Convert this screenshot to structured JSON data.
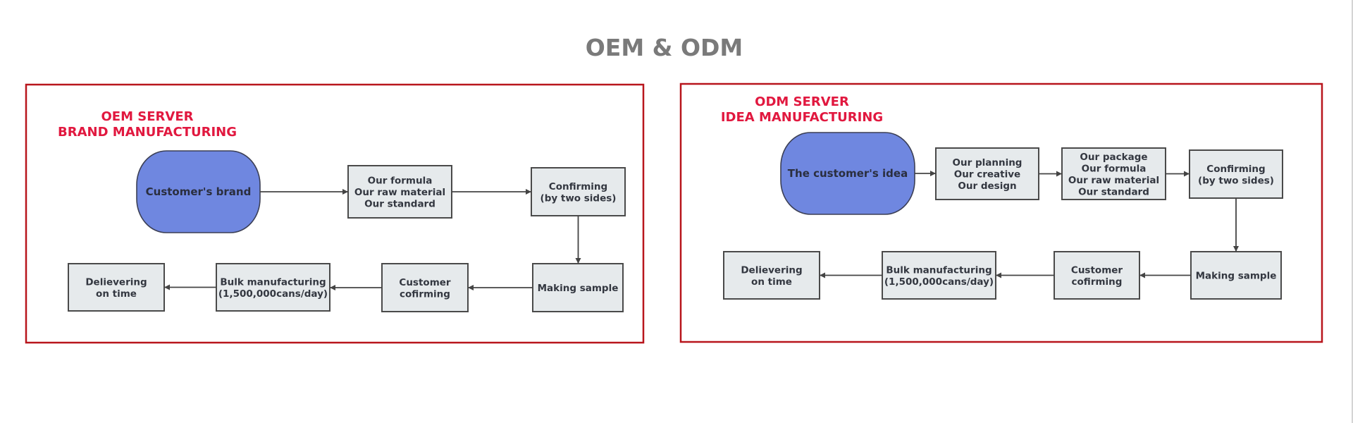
{
  "page": {
    "title": "OEM & ODM"
  },
  "colors": {
    "title": "#7a7a7a",
    "panel_border": "#b8151c",
    "panel_heading": "#e1183f",
    "start_node_fill": "#6f87e0",
    "box_fill": "#e6eaec",
    "box_border": "#4a4a4a",
    "connector": "#444444"
  },
  "panels": [
    {
      "id": "oem",
      "heading_lines": [
        "OEM SERVER",
        "BRAND MANUFACTURING"
      ],
      "nodes": [
        {
          "id": "customers-brand",
          "shape": "terminal",
          "lines": [
            "Customer's brand"
          ]
        },
        {
          "id": "our-formula",
          "shape": "process",
          "lines": [
            "Our formula",
            "Our raw material",
            "Our standard"
          ]
        },
        {
          "id": "confirming",
          "shape": "process",
          "lines": [
            "Confirming",
            "(by two sides)"
          ]
        },
        {
          "id": "making-sample",
          "shape": "process",
          "lines": [
            "Making sample"
          ]
        },
        {
          "id": "customer-cofirming",
          "shape": "process",
          "lines": [
            "Customer",
            "cofirming"
          ]
        },
        {
          "id": "bulk-manufacturing",
          "shape": "process",
          "lines": [
            "Bulk manufacturing",
            "(1,500,000cans/day)"
          ]
        },
        {
          "id": "delievering",
          "shape": "process",
          "lines": [
            "Delievering",
            "on time"
          ]
        }
      ],
      "edges": [
        {
          "from": "customers-brand",
          "to": "our-formula"
        },
        {
          "from": "our-formula",
          "to": "confirming"
        },
        {
          "from": "confirming",
          "to": "making-sample"
        },
        {
          "from": "making-sample",
          "to": "customer-cofirming"
        },
        {
          "from": "customer-cofirming",
          "to": "bulk-manufacturing"
        },
        {
          "from": "bulk-manufacturing",
          "to": "delievering"
        }
      ]
    },
    {
      "id": "odm",
      "heading_lines": [
        "ODM SERVER",
        "IDEA MANUFACTURING"
      ],
      "nodes": [
        {
          "id": "customers-idea",
          "shape": "terminal",
          "lines": [
            "The customer's idea"
          ]
        },
        {
          "id": "our-planning",
          "shape": "process",
          "lines": [
            "Our planning",
            "Our creative",
            "Our design"
          ]
        },
        {
          "id": "our-package",
          "shape": "process",
          "lines": [
            "Our package",
            "Our formula",
            "Our raw material",
            "Our standard"
          ]
        },
        {
          "id": "confirming",
          "shape": "process",
          "lines": [
            "Confirming",
            "(by two sides)"
          ]
        },
        {
          "id": "making-sample",
          "shape": "process",
          "lines": [
            "Making sample"
          ]
        },
        {
          "id": "customer-cofirming",
          "shape": "process",
          "lines": [
            "Customer",
            "cofirming"
          ]
        },
        {
          "id": "bulk-manufacturing",
          "shape": "process",
          "lines": [
            "Bulk manufacturing",
            "(1,500,000cans/day)"
          ]
        },
        {
          "id": "delievering",
          "shape": "process",
          "lines": [
            "Delievering",
            "on time"
          ]
        }
      ],
      "edges": [
        {
          "from": "customers-idea",
          "to": "our-planning"
        },
        {
          "from": "our-planning",
          "to": "our-package"
        },
        {
          "from": "our-package",
          "to": "confirming"
        },
        {
          "from": "confirming",
          "to": "making-sample"
        },
        {
          "from": "making-sample",
          "to": "customer-cofirming"
        },
        {
          "from": "customer-cofirming",
          "to": "bulk-manufacturing"
        },
        {
          "from": "bulk-manufacturing",
          "to": "delievering"
        }
      ]
    }
  ]
}
